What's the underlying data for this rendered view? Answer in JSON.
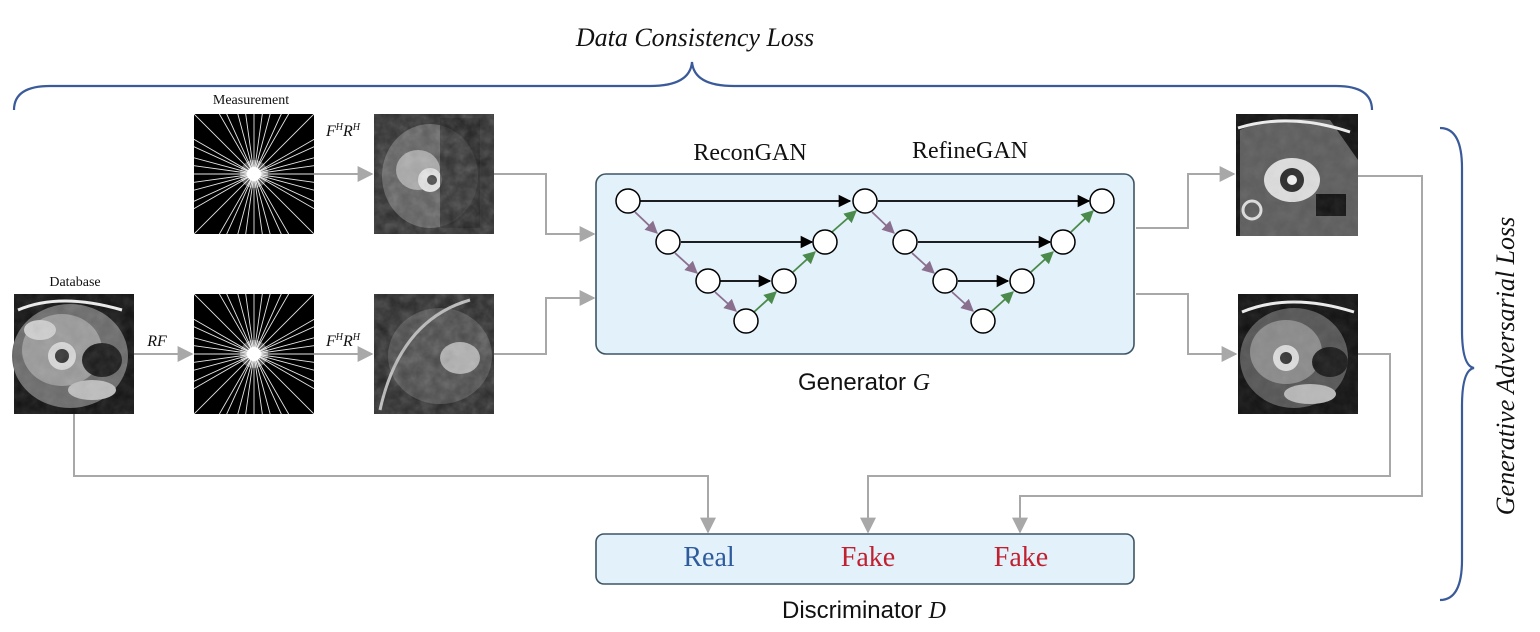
{
  "top_brace": {
    "label": "Data Consistency Loss"
  },
  "right_brace": {
    "label": "Generative Adversarial Loss"
  },
  "inputs": {
    "measurement_label": "Measurement",
    "database_label": "Database",
    "rf_label": "RF",
    "operator_base_1": "F",
    "operator_sup_1": "H",
    "operator_base_2": "R",
    "operator_sup_2": "H"
  },
  "generator": {
    "recon_label": "ReconGAN",
    "refine_label": "RefineGAN",
    "caption_text": "Generator ",
    "caption_symbol": "G"
  },
  "discriminator": {
    "caption_text": "Discriminator ",
    "caption_symbol": "D",
    "labels": [
      "Real",
      "Fake",
      "Fake"
    ]
  },
  "colors": {
    "brace": "#3a5a9a",
    "arrow": "#a8a8a8",
    "box_fill": "#e3f1fa",
    "box_stroke": "#3d5466",
    "down_edge": "#8b6f8f",
    "up_edge": "#4a8a4a",
    "real_text": "#2e5b9c",
    "fake_text": "#c02030"
  }
}
